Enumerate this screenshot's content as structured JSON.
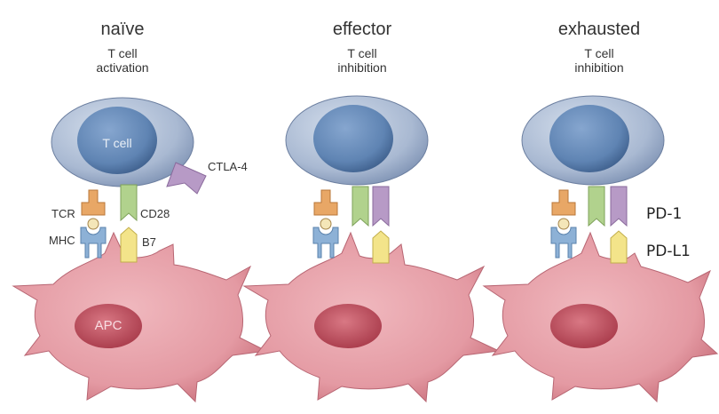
{
  "panels": [
    {
      "state": "naïve",
      "subtitle_line1": "T cell",
      "subtitle_line2": "activation",
      "cell_label": "T cell",
      "apc_label": "APC",
      "receptor_labels": {
        "ctla4": "CTLA-4",
        "tcr": "TCR",
        "cd28": "CD28",
        "mhc": "MHC",
        "b7": "B7"
      }
    },
    {
      "state": "effector",
      "subtitle_line1": "T cell",
      "subtitle_line2": "inhibition"
    },
    {
      "state": "exhausted",
      "subtitle_line1": "T cell",
      "subtitle_line2": "inhibition",
      "receptor_labels": {
        "pd1": "PD-1",
        "pdl1": "PD-L1"
      }
    }
  ],
  "colors": {
    "t_cell_outer": "#a9b9d2",
    "t_cell_nucleus": "#5f84b3",
    "apc_body": "#e49aa3",
    "apc_nucleus": "#c45563",
    "tcr": "#e8a766",
    "mhc": "#8db1d6",
    "cd28": "#b1d28d",
    "b7": "#f3e48a",
    "pd1": "#b79ac6",
    "ctla4": "#b79ac6"
  }
}
